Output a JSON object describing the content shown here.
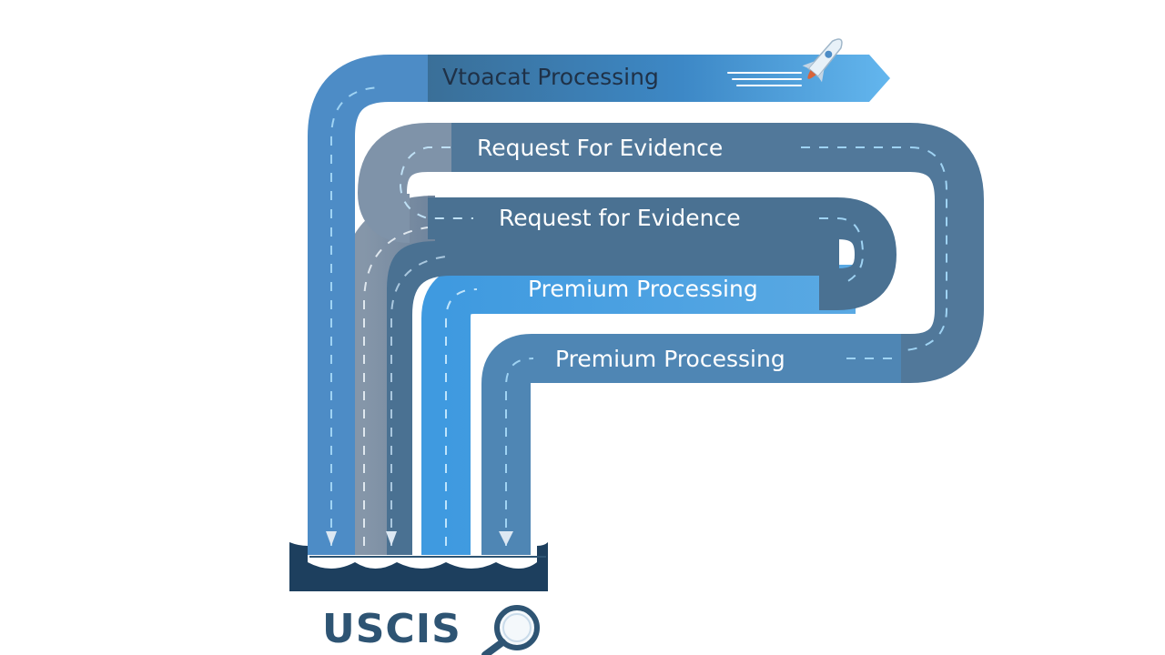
{
  "lanes": [
    {
      "label": "Vtoacat Processing",
      "color": "#4d8cc6"
    },
    {
      "label": "Request For Evidence",
      "color": "#7c93ad"
    },
    {
      "label": "Request for Evidence",
      "color": "#4a7192"
    },
    {
      "label": "Premium Processing",
      "color": "#3f9ae0"
    },
    {
      "label": "Premium Processing",
      "color": "#4f86b4"
    }
  ],
  "brand": {
    "name": "USCIS",
    "icon": "magnifier-icon",
    "color": "#2e5473"
  },
  "colors": {
    "base": "#1d3f5e",
    "dash": "#9fd3f3",
    "rocket": "#e8f1f8",
    "flame": "#d8643a"
  }
}
